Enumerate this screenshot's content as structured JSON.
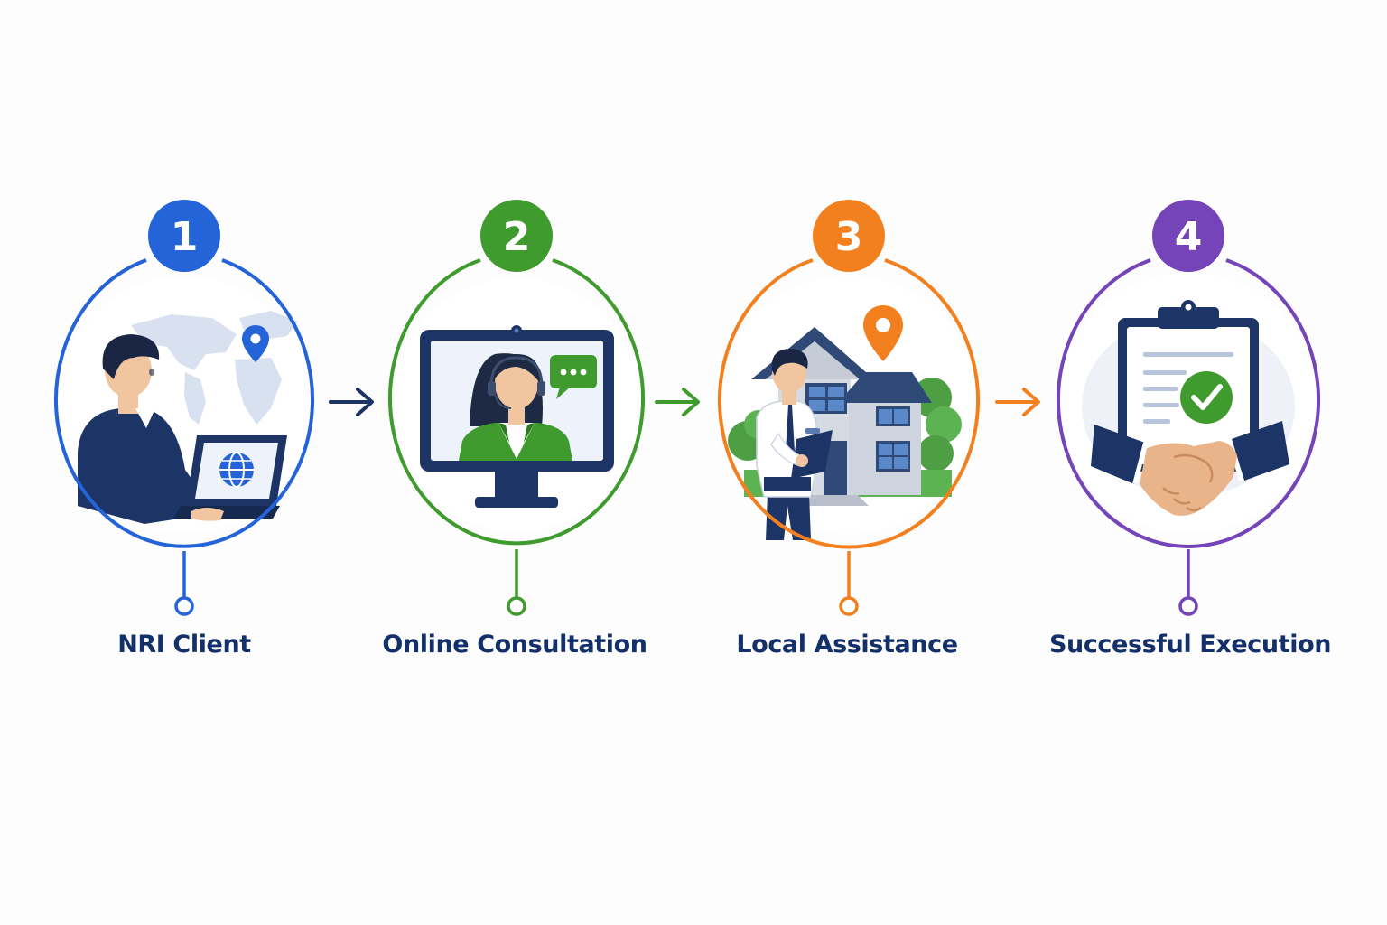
{
  "colors": {
    "blue": "#2463d8",
    "green": "#3f9b2e",
    "orange": "#f3801f",
    "purple": "#7444b8",
    "navy": "#1c3566",
    "label": "#14306b"
  },
  "steps": [
    {
      "number": "1",
      "label": "NRI Client",
      "color": "#2463d8",
      "icon": "person-laptop-world-map-icon"
    },
    {
      "number": "2",
      "label": "Online Consultation",
      "color": "#3f9b2e",
      "icon": "video-call-monitor-icon"
    },
    {
      "number": "3",
      "label": "Local Assistance",
      "color": "#f3801f",
      "icon": "agent-house-location-icon"
    },
    {
      "number": "4",
      "label": "Successful Execution",
      "color": "#7444b8",
      "icon": "clipboard-handshake-icon"
    }
  ],
  "connectors": [
    {
      "color": "#1c3566",
      "icon": "arrow-right-icon"
    },
    {
      "color": "#3f9b2e",
      "icon": "arrow-right-icon"
    },
    {
      "color": "#f3801f",
      "icon": "arrow-right-icon"
    }
  ]
}
